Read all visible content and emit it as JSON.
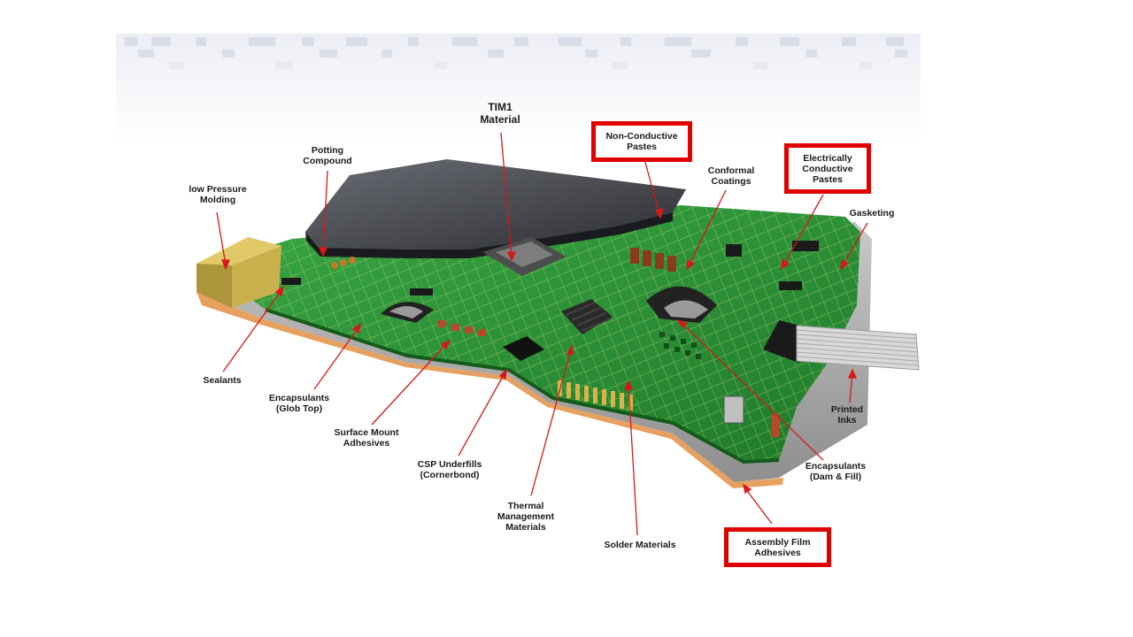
{
  "diagram": {
    "labels": {
      "tim1": "TIM1\nMaterial",
      "potting": "Potting\nCompound",
      "low_pressure": "low Pressure\nMolding",
      "non_conductive": "Non-Conductive\nPastes",
      "conformal": "Conformal\nCoatings",
      "elec_conductive": "Electrically\nConductive\nPastes",
      "gasketing": "Gasketing",
      "sealants": "Sealants",
      "encap_glob": "Encapsulants\n(Glob Top)",
      "smt_adhesives": "Surface Mount\nAdhesives",
      "csp": "CSP Underfills\n(Cornerbond)",
      "thermal": "Thermal\nManagement\nMaterials",
      "solder": "Solder Materials",
      "printed_inks": "Printed\nInks",
      "encap_dam": "Encapsulants\n(Dam & Fill)",
      "film_adhesives": "Assembly Film\nAdhesives"
    },
    "colors": {
      "pcb_green": "#2f9a3a",
      "pcb_dark": "#1e6b25",
      "callout_line": "#d81818",
      "highlight_box": "#e00000",
      "copper": "#d9894a"
    }
  }
}
